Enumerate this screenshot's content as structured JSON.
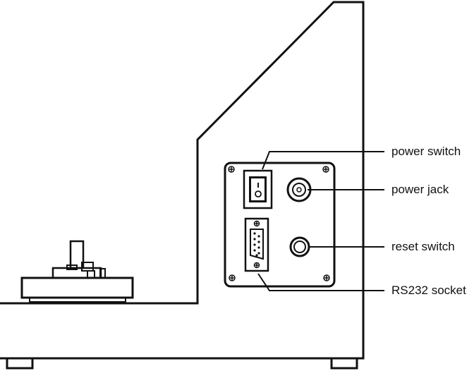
{
  "labels": {
    "power_switch": "power switch",
    "power_jack": "power jack",
    "reset_switch": "reset switch",
    "rs232_socket": "RS232 socket"
  }
}
